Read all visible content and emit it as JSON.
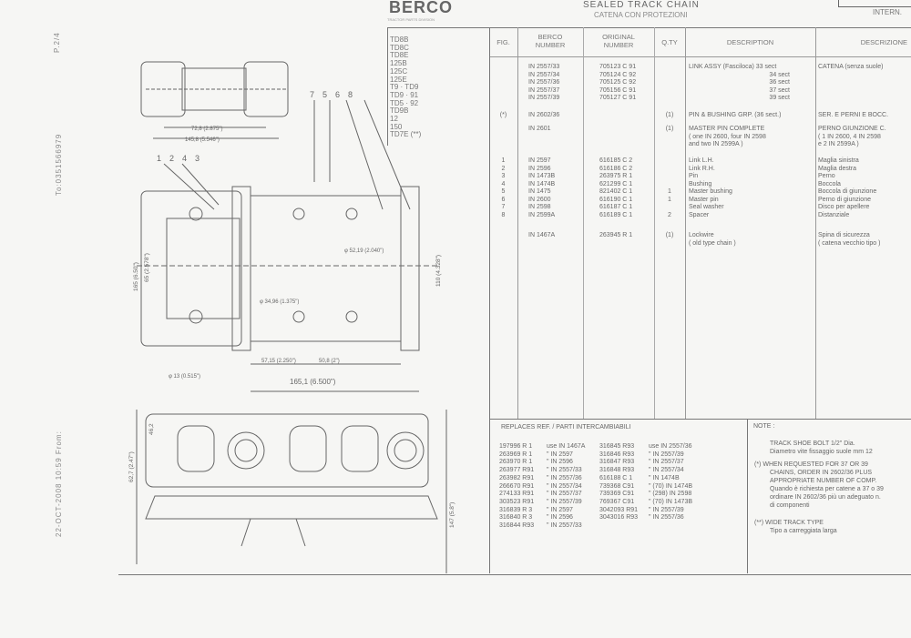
{
  "margin": {
    "page": "P.2/4",
    "to": "To:0351566979",
    "from": "22-OCT-2008 10:59 From:"
  },
  "header": {
    "brand": "BERCO",
    "brand_sub": "TRACTOR PARTS DIVISION",
    "title": "SEALED TRACK CHAIN",
    "subtitle": "CATENA CON PROTEZIONI",
    "intern": "INTERN."
  },
  "models": [
    "TD8B",
    "TD8C",
    "TD8E",
    "125B",
    "125C",
    "125E",
    "T9 · TD9",
    "TD9 · 91",
    "TD5 · 92",
    "TD9B",
    "12",
    "150",
    "TD7E (**)"
  ],
  "columns": {
    "fig": "FIG.",
    "berco": "BERCO NUMBER",
    "original": "ORIGINAL NUMBER",
    "qty": "Q.TY",
    "description": "DESCRIPTION",
    "descrizione": "DESCRIZIONE"
  },
  "rows": [
    {
      "fig": "",
      "berco": "IN 2557/33",
      "original": "705123 C 91",
      "qty": "",
      "desc": "LINK ASSY (Fasciloca) 33 sect",
      "descr": "CATENA (senza suole)"
    },
    {
      "fig": "",
      "berco": "IN 2557/34",
      "original": "705124 C 92",
      "qty": "",
      "desc": "34 sect",
      "descr": ""
    },
    {
      "fig": "",
      "berco": "IN 2557/36",
      "original": "705125 C 92",
      "qty": "",
      "desc": "36 sect",
      "descr": ""
    },
    {
      "fig": "",
      "berco": "IN 2557/37",
      "original": "705156 C 91",
      "qty": "",
      "desc": "37 sect",
      "descr": ""
    },
    {
      "fig": "",
      "berco": "IN 2557/39",
      "original": "705127 C 91",
      "qty": "",
      "desc": "39 sect",
      "descr": ""
    },
    {
      "fig": "(*)",
      "berco": "IN 2602/36",
      "original": "",
      "qty": "(1)",
      "desc": "PIN & BUSHING GRP. (36 sect.)",
      "descr": "SER. E PERNI E BOCC."
    },
    {
      "fig": "",
      "berco": "IN 2601",
      "original": "",
      "qty": "(1)",
      "desc": "MASTER PIN COMPLETE",
      "descr": "PERNO GIUNZIONE C."
    },
    {
      "fig": "",
      "berco": "",
      "original": "",
      "qty": "",
      "desc": "( one IN 2600, four IN 2598",
      "descr": "( 1 IN 2600, 4 IN 2598"
    },
    {
      "fig": "",
      "berco": "",
      "original": "",
      "qty": "",
      "desc": "and two IN 2599A )",
      "descr": "e 2 IN 2599A )"
    },
    {
      "fig": "1",
      "berco": "IN 2597",
      "original": "616185 C 2",
      "qty": "",
      "desc": "Link L.H.",
      "descr": "Maglia sinistra"
    },
    {
      "fig": "2",
      "berco": "IN 2596",
      "original": "616186 C 2",
      "qty": "",
      "desc": "Link R.H.",
      "descr": "Maglia destra"
    },
    {
      "fig": "3",
      "berco": "IN 1473B",
      "original": "263975 R 1",
      "qty": "",
      "desc": "Pin",
      "descr": "Perno"
    },
    {
      "fig": "4",
      "berco": "IN 1474B",
      "original": "621299 C 1",
      "qty": "",
      "desc": "Bushing",
      "descr": "Boccola"
    },
    {
      "fig": "5",
      "berco": "IN 1475",
      "original": "821402 C 1",
      "qty": "1",
      "desc": "Master bushing",
      "descr": "Boccola di giunzione"
    },
    {
      "fig": "6",
      "berco": "IN 2600",
      "original": "616190 C 1",
      "qty": "1",
      "desc": "Master pin",
      "descr": "Perno di giunzione"
    },
    {
      "fig": "7",
      "berco": "IN 2598",
      "original": "616187 C 1",
      "qty": "",
      "desc": "Seal washer",
      "descr": "Disco per apellere"
    },
    {
      "fig": "8",
      "berco": "IN 2599A",
      "original": "616189 C 1",
      "qty": "2",
      "desc": "Spacer",
      "descr": "Distanziale"
    },
    {
      "fig": "",
      "berco": "IN 1467A",
      "original": "263945 R 1",
      "qty": "(1)",
      "desc": "Lockwire",
      "descr": "Spina di sicurezza"
    },
    {
      "fig": "",
      "berco": "",
      "original": "",
      "qty": "",
      "desc": "( old type chain )",
      "descr": "( catena vecchio tipo )"
    }
  ],
  "replaces": {
    "title": "REPLACES REF. / PARTI INTERCAMBIABILI",
    "rows": [
      [
        "197996 R 1",
        "use IN 1467A",
        "316845 R93",
        "use IN 2557/36"
      ],
      [
        "263969 R 1",
        "\"  IN 2597",
        "316846 R93",
        "\"  IN 2557/39"
      ],
      [
        "263970 R 1",
        "\"  IN 2596",
        "316847 R93",
        "\"  IN 2557/37"
      ],
      [
        "263977 R91",
        "\"  IN 2557/33",
        "316848 R93",
        "\"  IN 2557/34"
      ],
      [
        "263982 R91",
        "\"  IN 2557/36",
        "616188 C 1",
        "\"  IN 1474B"
      ],
      [
        "266670 R91",
        "\"  IN 2557/34",
        "739368 C91",
        "\"  (70) IN 1474B"
      ],
      [
        "274133 R91",
        "\"  IN 2557/37",
        "739369 C91",
        "\"  (298) IN 2598"
      ],
      [
        "303523 R91",
        "\"  IN 2557/39",
        "769367 C91",
        "\"  (70) IN 1473B"
      ],
      [
        "316839 R 3",
        "\"  IN 2597",
        "3042093 R91",
        "\"  IN 2557/39"
      ],
      [
        "316840 R 3",
        "\"  IN 2596",
        "3043016 R93",
        "\"  IN 2557/36"
      ],
      [
        "316844 R93",
        "\"  IN 2557/33",
        "",
        ""
      ]
    ]
  },
  "note": {
    "title": "NOTE :",
    "lines": [
      "TRACK SHOE BOLT 1/2\" Dia.",
      "Diametro vite fissaggio suole mm 12",
      "(*) WHEN REQUESTED FOR 37 OR 39",
      "CHAINS, ORDER IN 2602/36 PLUS",
      "APPROPRIATE NUMBER OF COMP.",
      "Quando è richiesta per catene a 37 o 39",
      "ordinare IN 2602/36 più un adeguato n.",
      "di componenti",
      "(**) WIDE TRACK TYPE",
      "Tipo a carreggiata larga"
    ]
  },
  "drawing": {
    "callouts": [
      "1",
      "2",
      "4",
      "3",
      "7",
      "5",
      "6",
      "8"
    ],
    "dims": [
      "72,8 (2.875\")",
      "145,8 (5.546\")",
      "φ 52,19 (2.040\")",
      "φ 34,96 (1.375\")",
      "57,15 (2.250\")",
      "50,8 (2\")",
      "165,1 (6.500\")",
      "φ 13 (0.515\")",
      "165 (6.50\")",
      "65 (2.578\")",
      "110 (4.328\")",
      "62,7 (2.47\")",
      "147 (5.8\")",
      "46,2"
    ]
  }
}
